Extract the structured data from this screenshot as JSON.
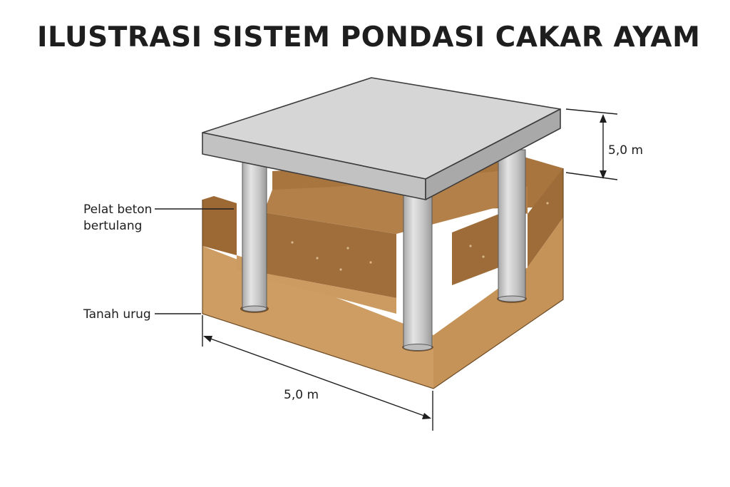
{
  "title": "ILUSTRASI SISTEM PONDASI CAKAR AYAM",
  "labels": {
    "slab": [
      "Pelat beton",
      "bertulang"
    ],
    "soil": "Tanah urug",
    "height_dimension": "5,0 m",
    "width_dimension": "5,0 m"
  },
  "colors": {
    "slab_top": "#d6d6d6",
    "slab_front": "#c2c2c2",
    "slab_right": "#a9a9a9",
    "soil_upper": "#a9753f",
    "soil_lower": "#cd9d64",
    "pile": "#c9c9c9",
    "outline": "#3c3c3c"
  }
}
